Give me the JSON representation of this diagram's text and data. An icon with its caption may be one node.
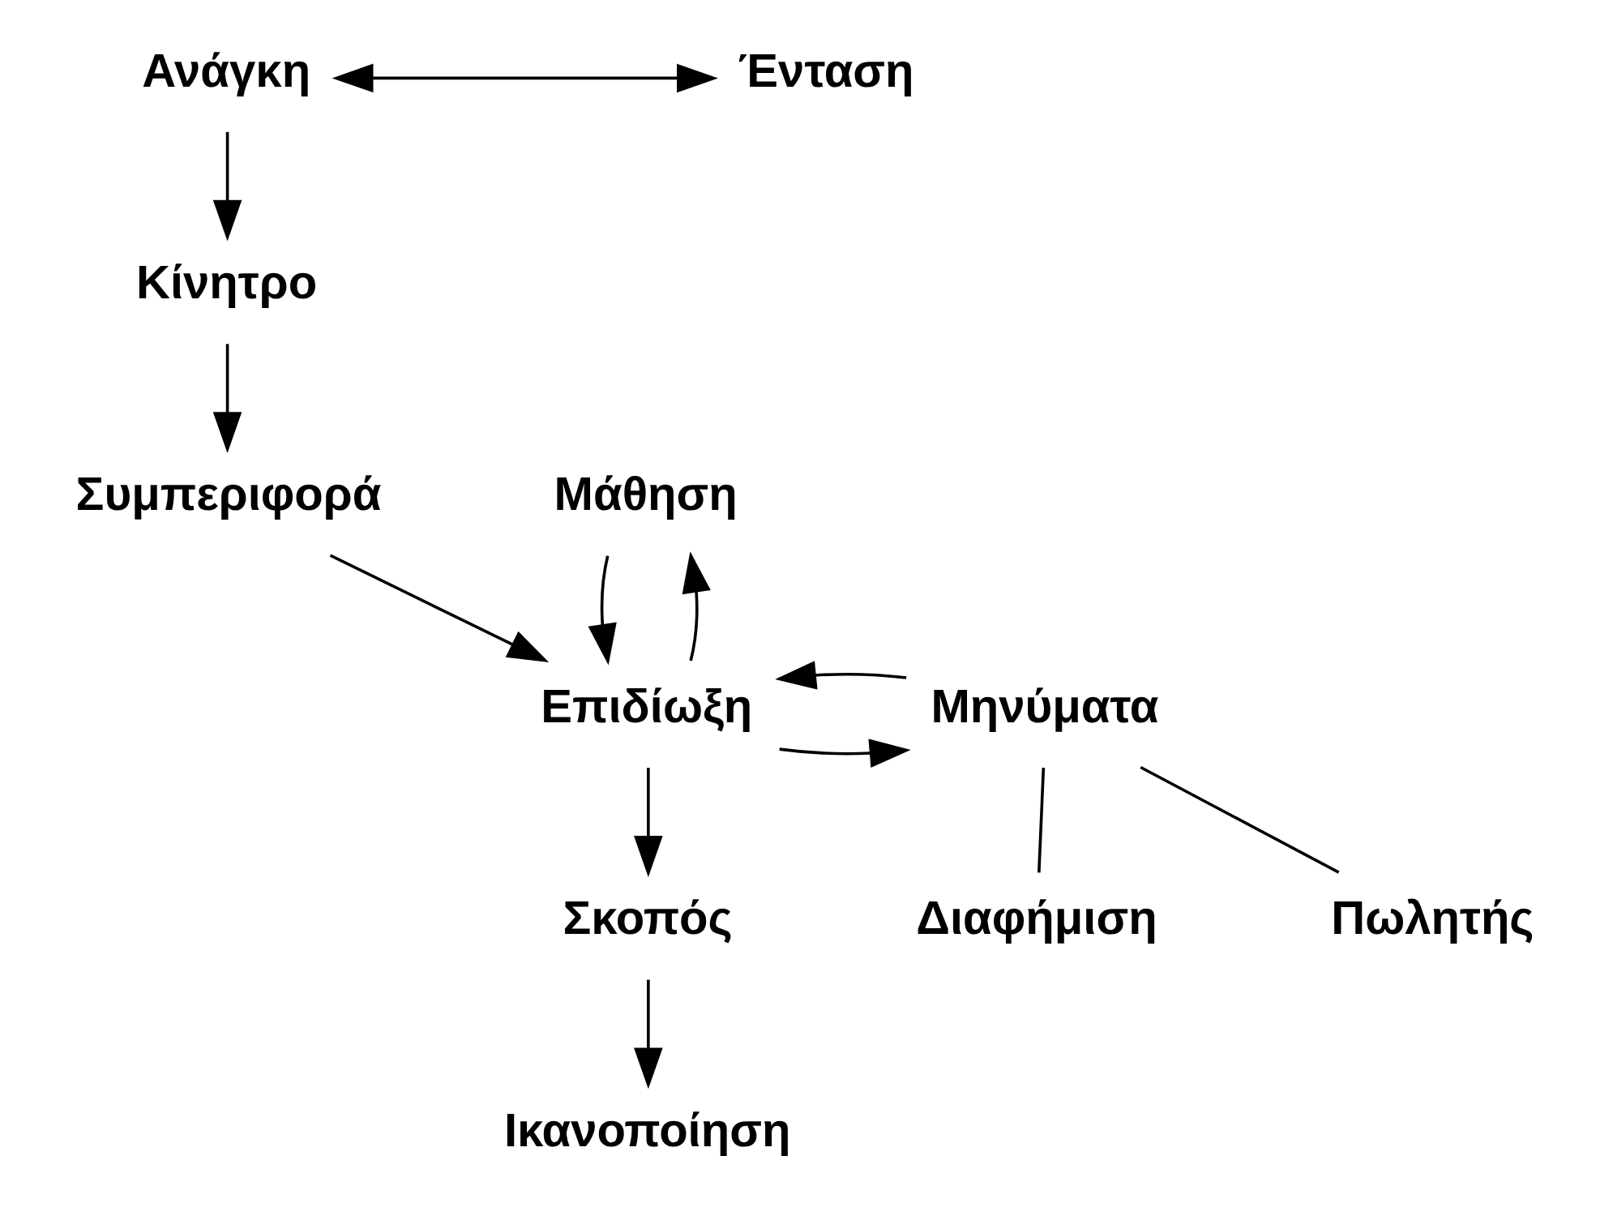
{
  "diagram": {
    "nodes": [
      {
        "text": [
          "Ανάγκη"
        ]
      },
      {
        "text": [
          "Ένταση"
        ]
      },
      {
        "text": [
          "Κίνητρο"
        ]
      },
      {
        "text": [
          "Συμπεριφορά"
        ]
      },
      {
        "text": [
          "Μάθηση"
        ]
      },
      {
        "text": [
          "Επιδίωξη"
        ]
      },
      {
        "text": [
          "Διαφήμιση"
        ]
      },
      {
        "text": [
          "Μηνύματα"
        ]
      },
      {
        "text": [
          "Πωλητής"
        ]
      },
      {
        "text": [
          "Σκοπός"
        ]
      },
      {
        "text": [
          "Ικανοποίηση"
        ]
      }
    ],
    "edges": [
      {
        "from": 0,
        "to": 1,
        "arrow": "both"
      },
      {
        "from": 0,
        "to": 2,
        "arrow": "to"
      },
      {
        "from": 2,
        "to": 3,
        "arrow": "to"
      },
      {
        "from": 3,
        "to": 5,
        "arrow": "to"
      },
      {
        "from": 5,
        "to": 4,
        "arrow": "to"
      },
      {
        "from": 4,
        "to": 5,
        "arrow": "to"
      },
      {
        "from": 5,
        "to": 7,
        "arrow": "to"
      },
      {
        "from": 7,
        "to": 5,
        "arrow": "to"
      },
      {
        "from": 5,
        "to": 9,
        "arrow": "to"
      },
      {
        "from": 9,
        "to": 10,
        "arrow": "to"
      },
      {
        "from": 7,
        "to": 6,
        "arrow": "none"
      },
      {
        "from": 7,
        "to": 8,
        "arrow": "none"
      }
    ]
  }
}
